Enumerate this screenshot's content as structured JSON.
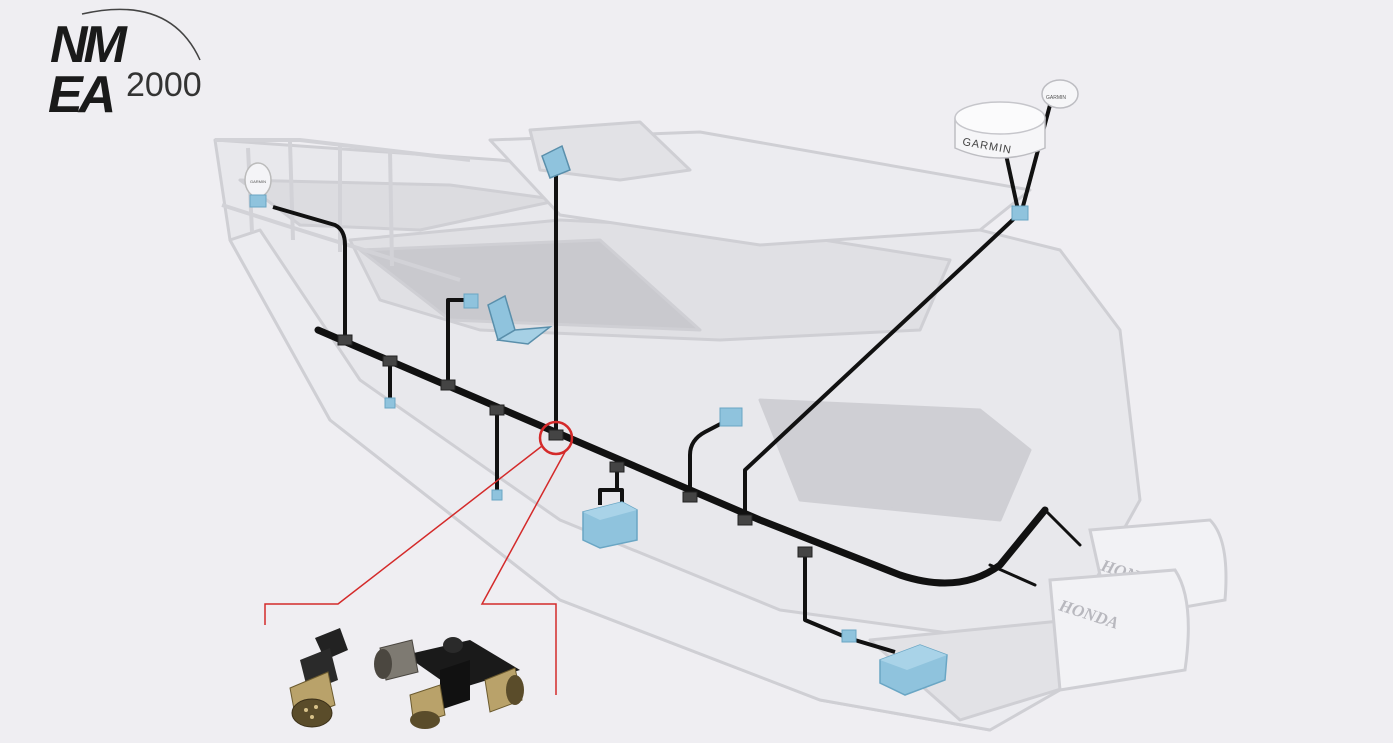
{
  "logo": {
    "line1": "NM",
    "line2": "EA",
    "suffix": "2000"
  },
  "brands": {
    "radar": "GARMIN",
    "antenna": "GARMIN",
    "bow_antenna": "GARMIN",
    "engine_top": "HONDA",
    "engine_bottom": "HONDA"
  },
  "colors": {
    "background": "#efeef2",
    "hull_outline": "#cfcfd4",
    "hull_fill": "#e4e4e8",
    "backbone": "#111111",
    "device": "#8fc3dd",
    "device_dark": "#6aa6c4",
    "highlight": "#d42a2a"
  },
  "icons": {
    "display": "mfd-display-icon",
    "laptop": "laptop-icon",
    "battery": "battery-icon",
    "radar": "radar-dome-icon",
    "gps": "gps-antenna-icon",
    "connector": "nmea-connector-icon",
    "tee": "nmea-tee-connector-icon"
  }
}
